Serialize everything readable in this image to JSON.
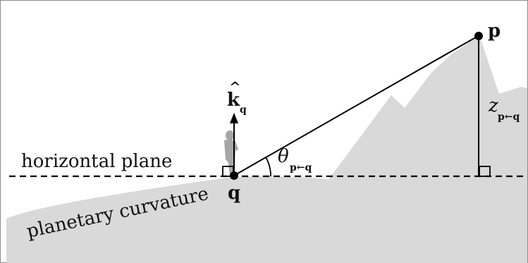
{
  "labels": {
    "horizontal_plane": "horizontal plane",
    "planetary_curvature": "planetary curvature",
    "point_q": "q",
    "point_p": "p",
    "unit_vector_hat": "^",
    "unit_vector": "k",
    "unit_vector_sub": "q",
    "theta": "θ",
    "theta_sub": "p←q",
    "height": "z",
    "height_sub": "p←q"
  },
  "colors": {
    "terrain": "#d9d9d9",
    "observer": "#a6a6a6",
    "line": "#000000",
    "border": "#8c8c8c"
  },
  "icons": {
    "observer": "person-silhouette-icon",
    "right_angle": "right-angle-marker"
  }
}
